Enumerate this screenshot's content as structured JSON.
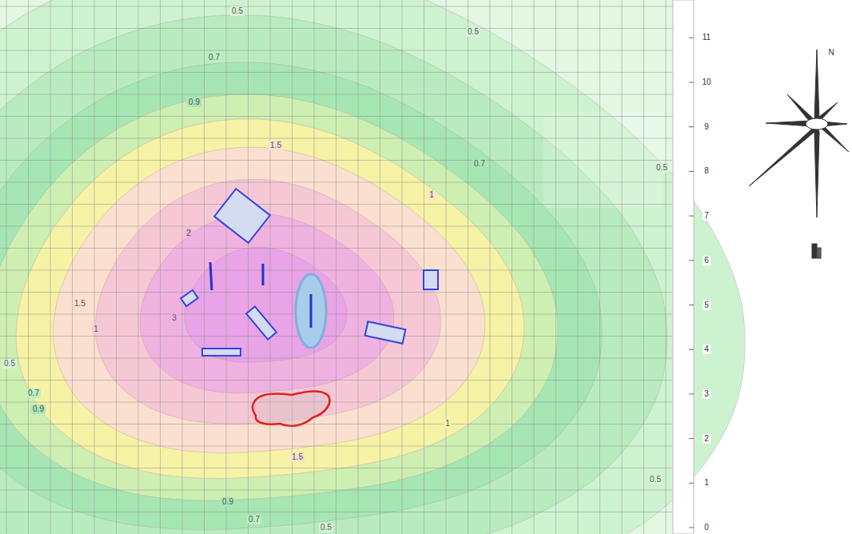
{
  "diagram": {
    "labels": [
      "0.5",
      "0.7",
      "0.9",
      "0.5",
      "0.7",
      "1",
      "1.5",
      "2",
      "3",
      "1",
      "1.5",
      "0.5",
      "0.7",
      "0.9",
      "1",
      "0.9",
      "0.7",
      "0.5",
      "1.5",
      "0.5",
      "0.5",
      "0",
      "1",
      "2",
      "3",
      "4",
      "5",
      "6",
      "7",
      "8",
      "9",
      "10",
      "11",
      "N"
    ]
  }
}
